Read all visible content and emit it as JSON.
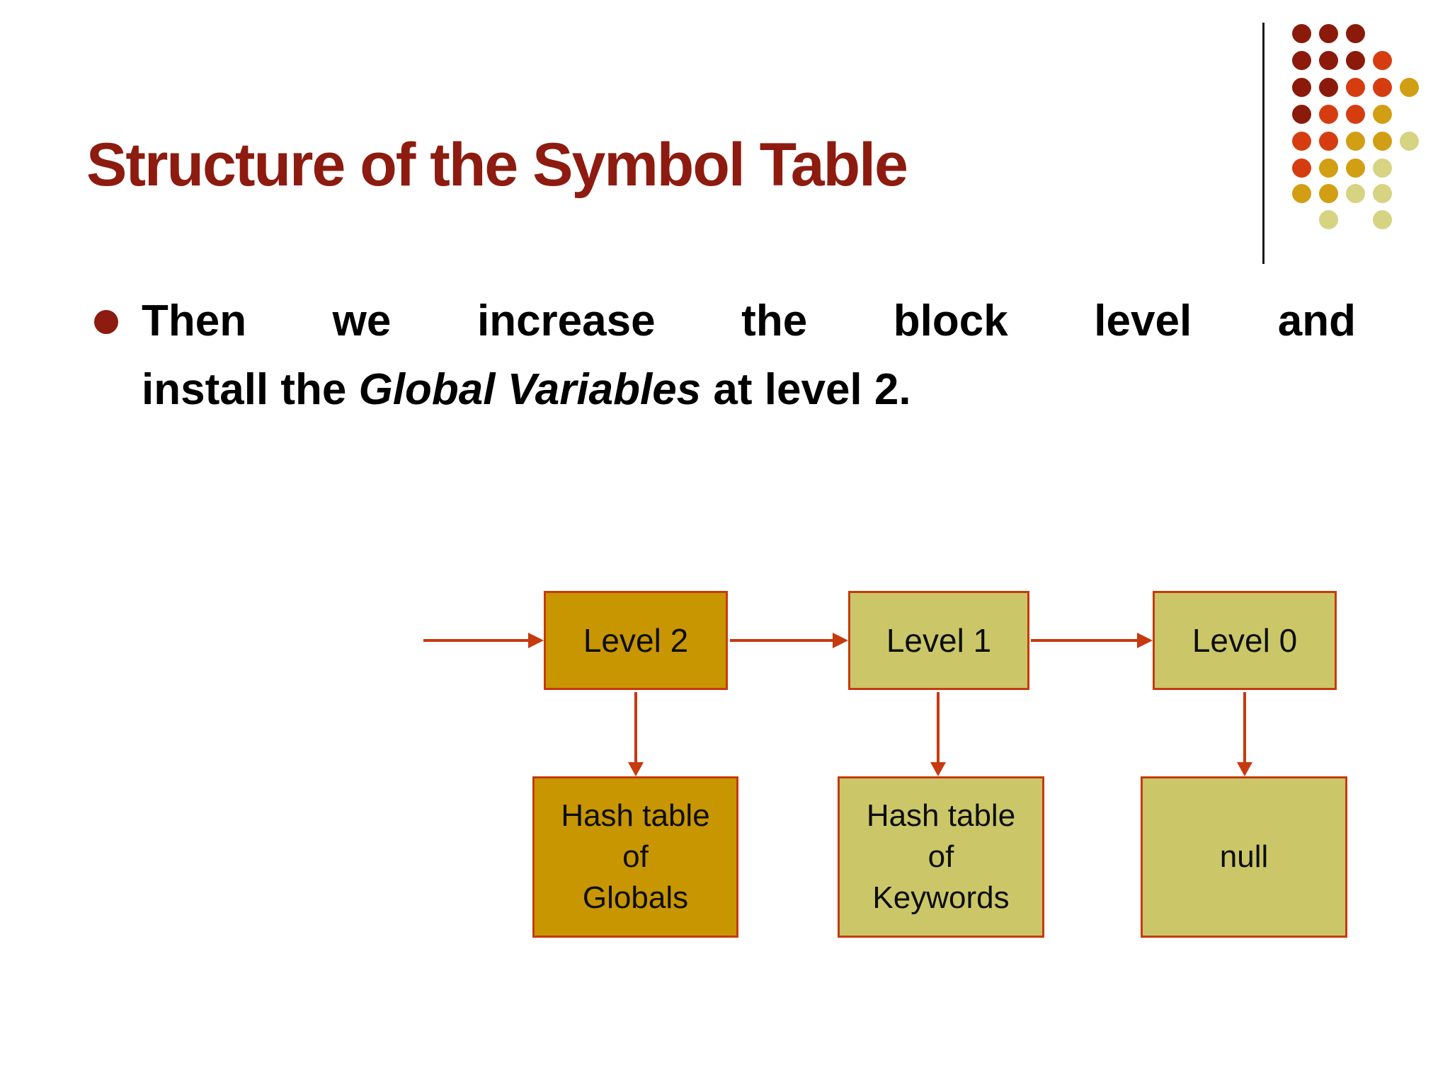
{
  "slide": {
    "title": "Structure of the Symbol Table",
    "bullet": {
      "line1": "Then we increase the block level and",
      "line2": {
        "pre": "install the ",
        "italic": "Global Variables",
        "post": " at level 2."
      }
    }
  },
  "diagram": {
    "nodes": [
      {
        "id": "level2",
        "label": "Level 2",
        "variant": "gold"
      },
      {
        "id": "level1",
        "label": "Level 1",
        "variant": "pale"
      },
      {
        "id": "level0",
        "label": "Level 0",
        "variant": "pale"
      },
      {
        "id": "hash_globals",
        "lines": [
          "Hash table",
          "of",
          "Globals"
        ],
        "variant": "gold"
      },
      {
        "id": "hash_keywords",
        "lines": [
          "Hash table",
          "of",
          "Keywords"
        ],
        "variant": "pale"
      },
      {
        "id": "null_box",
        "label": "null",
        "variant": "pale"
      }
    ],
    "edges": [
      {
        "from": "entry",
        "to": "level2"
      },
      {
        "from": "level2",
        "to": "level1"
      },
      {
        "from": "level1",
        "to": "level0"
      },
      {
        "from": "level2",
        "to": "hash_globals"
      },
      {
        "from": "level1",
        "to": "hash_keywords"
      },
      {
        "from": "level0",
        "to": "null_box"
      }
    ]
  },
  "decoration": {
    "dots": {
      "rows": [
        "mmm..",
        "mmmr.",
        "mmrrg",
        "mrrg.",
        "rrggp",
        "rggp.",
        "ggpp.",
        ".p.p."
      ],
      "palette": {
        "m": "#8B1A0B",
        "r": "#D53D11",
        "g": "#D29E13",
        "p": "#D6D382"
      }
    }
  },
  "colors": {
    "title": "#8D1B10",
    "body_text": "#000000",
    "bullet_marker": "#8D1B10",
    "box_border": "#C63A0F",
    "arrow": "#C63A0F",
    "gold_fill": "#C89600",
    "pale_fill": "#CBC768",
    "divider_line": "#1A1A1A",
    "background": "#FFFFFF"
  }
}
